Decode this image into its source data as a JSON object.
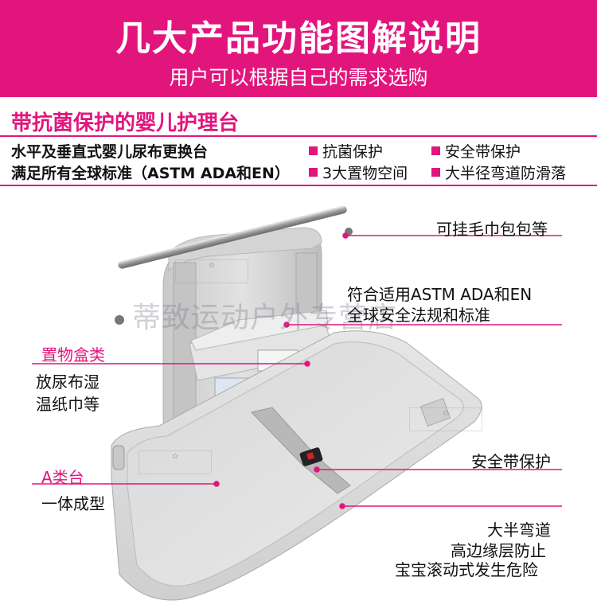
{
  "banner": {
    "title": "几大产品功能图解说明",
    "subtitle": "用户可以根据自己的需求选购",
    "background_color": "#e2157d"
  },
  "section": {
    "title": "带抗菌保护的婴儿护理台",
    "spec_lines": [
      "水平及垂直式婴儿尿布更换台",
      "满足所有全球标准（ASTM ADA和EN）"
    ],
    "features": [
      "抗菌保护",
      "安全带保护",
      "3大置物空间",
      "大半径弯道防滑落"
    ]
  },
  "callouts": {
    "towel": "可挂毛巾包包等",
    "astm_line1": "符合适用ASTM ADA和EN",
    "astm_line2": "全球安全法规和标准",
    "storage_title": "置物盒类",
    "storage_desc1": "放尿布湿",
    "storage_desc2": "温纸巾等",
    "aclass_title": "A类台",
    "aclass_desc": "一体成型",
    "belt": "安全带保护",
    "curve_line1": "大半弯道",
    "curve_line2": "高边缘层防止",
    "curve_line3": "宝宝滚动式发生危险"
  },
  "watermark": {
    "text": "蒂致运动户外专营店"
  },
  "colors": {
    "accent": "#e2157d",
    "product_body": "#d9d9d9",
    "callout_line": "#e2157d"
  }
}
